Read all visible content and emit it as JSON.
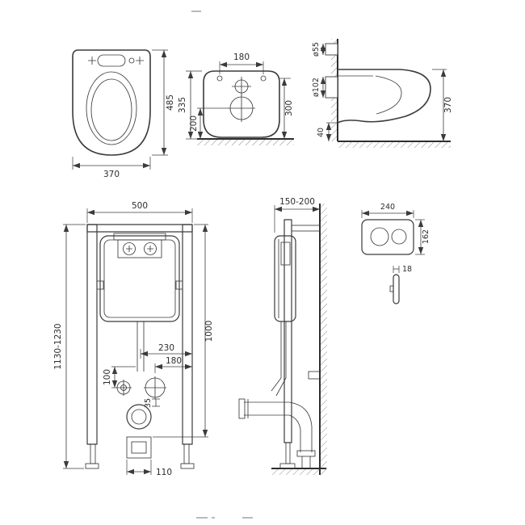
{
  "drawing": {
    "kind": "wall-hung-toilet-installation-technical-drawing",
    "colors": {
      "line": "#3b3b3b",
      "background": "#ffffff",
      "hatch": "#8a8a8a"
    },
    "views": {
      "toilet_top": {
        "label": "toilet-top-view",
        "dims": {
          "depth": "485",
          "width": "370"
        }
      },
      "toilet_rear": {
        "label": "toilet-rear-view",
        "dims": {
          "bolt_spacing": "180",
          "height_total": "335",
          "outlet_height": "200",
          "rim_height": "300"
        }
      },
      "toilet_side": {
        "label": "toilet-side-view",
        "dims": {
          "inlet_dia": "ø55",
          "outlet_dia": "ø102",
          "height": "370",
          "floor_gap": "40"
        }
      },
      "frame_front": {
        "label": "installation-frame-front-view",
        "dims": {
          "width": "500",
          "height_range": "1130-1230",
          "right_height": "1000",
          "flush_pipe_offset": "230",
          "outlet_offset": "180",
          "pipe_drop": "100",
          "outlet_gap": "35",
          "bracket_width": "110"
        }
      },
      "frame_side": {
        "label": "installation-frame-side-view",
        "dims": {
          "depth_range": "150-200"
        }
      },
      "flush_plate": {
        "label": "flush-plate",
        "dims": {
          "width": "240",
          "height": "162",
          "thickness": "18"
        }
      }
    }
  }
}
